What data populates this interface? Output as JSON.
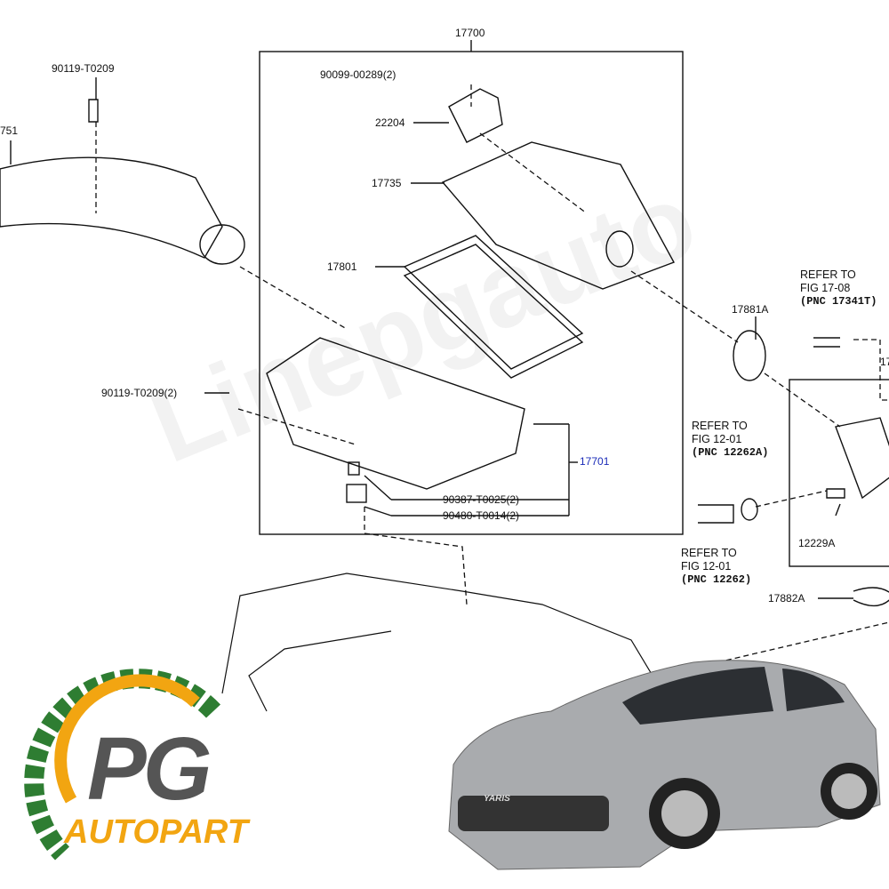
{
  "diagram": {
    "parts": {
      "p17700": "17700",
      "p90099": "90099-00289(2)",
      "p22204": "22204",
      "p17735": "17735",
      "p17801": "17801",
      "p17701": "17701",
      "p90387": "90387-T0025(2)",
      "p90480": "90480-T0014(2)",
      "p90119a": "90119-T0209",
      "p90119b": "90119-T0209(2)",
      "p17751": "751",
      "p17881A": "17881A",
      "p12229A": "12229A",
      "p17882A": "17882A",
      "p17_cut": "17"
    },
    "refs": [
      {
        "line1": "REFER TO",
        "line2": "FIG 17-08",
        "pnc": "(PNC 17341T)"
      },
      {
        "line1": "REFER TO",
        "line2": "FIG 12-01",
        "pnc": "(PNC 12262A)"
      },
      {
        "line1": "REFER TO",
        "line2": "FIG 12-01",
        "pnc": "(PNC 12262)"
      }
    ],
    "watermark": "Linepgauto"
  },
  "logo": {
    "main": "PG",
    "sub": "AUTOPART",
    "green": "#2e7d32",
    "orange": "#f2a511"
  },
  "car": {
    "badge": "YARIS",
    "color": "#a9abae"
  }
}
